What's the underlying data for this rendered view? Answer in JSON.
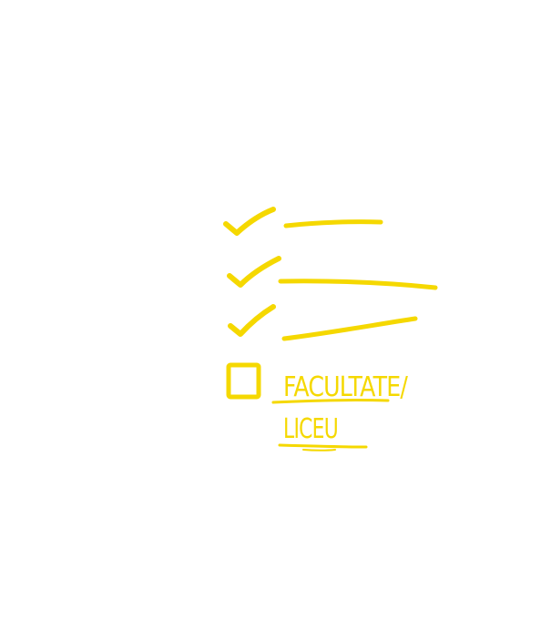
{
  "colors": {
    "background": "#ffffff",
    "ink": "#f5d800"
  },
  "checklist": {
    "items": [
      {
        "status": "checked",
        "icon": "check-mark-icon",
        "text": ""
      },
      {
        "status": "checked",
        "icon": "check-mark-icon",
        "text": ""
      },
      {
        "status": "checked",
        "icon": "check-mark-icon",
        "text": ""
      },
      {
        "status": "unchecked",
        "icon": "empty-checkbox-icon",
        "text_line_1": "FACULTATE/",
        "text_line_2": "LICEU"
      }
    ]
  }
}
